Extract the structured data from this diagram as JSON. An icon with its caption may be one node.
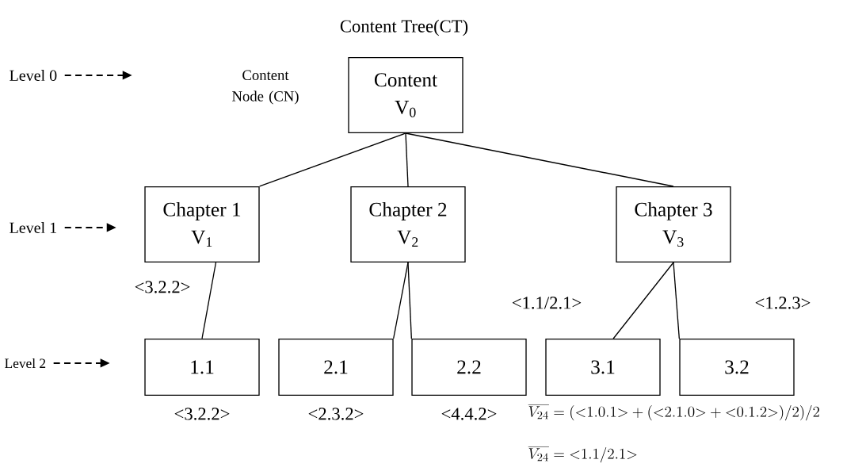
{
  "diagram": {
    "title": "Content Tree(CT)",
    "nodes": [
      {
        "text": [
          "Content",
          "V$_{0}$"
        ],
        "beside": [
          "Content Node (CN)"
        ]
      },
      {
        "text": [
          "Chapter 1",
          "V$_{1}$"
        ]
      },
      {
        "text": [
          "Chapter 2",
          "V$_{2}$"
        ]
      },
      {
        "text": [
          "Chapter 3",
          "V$_{3}$"
        ]
      },
      {
        "text": [
          "1.1"
        ],
        "beside": [
          "<3.2.2>"
        ]
      },
      {
        "text": [
          "2.1"
        ],
        "beside": [
          "<2.3.2>"
        ]
      },
      {
        "text": [
          "2.2"
        ],
        "beside": [
          "<4.4.2>"
        ]
      },
      {
        "text": [
          "3.1"
        ]
      },
      {
        "text": [
          "3.2"
        ]
      },
      {
        "text": [
          "Level 0"
        ]
      },
      {
        "text": [
          "Level 1"
        ]
      },
      {
        "text": [
          "Level 2"
        ]
      }
    ],
    "edges": [
      {
        "from": 0,
        "to": 1,
        "arrow": "none"
      },
      {
        "from": 0,
        "to": 2,
        "arrow": "none"
      },
      {
        "from": 0,
        "to": 3,
        "arrow": "none"
      },
      {
        "from": 1,
        "to": 4,
        "arrow": "none"
      },
      {
        "from": 2,
        "to": 5,
        "arrow": "none"
      },
      {
        "from": 2,
        "to": 6,
        "arrow": "none"
      },
      {
        "from": 3,
        "to": 7,
        "arrow": "none"
      },
      {
        "from": 3,
        "to": 8,
        "arrow": "none"
      },
      {
        "from": 9,
        "to": null,
        "arrow": "to",
        "style": "dashed"
      },
      {
        "from": 10,
        "to": null,
        "arrow": "to",
        "style": "dashed"
      },
      {
        "from": 11,
        "to": null,
        "arrow": "to",
        "style": "dashed"
      }
    ],
    "labels": [
      "<3.2.2>",
      "<1.1/2.1>",
      "<1.2.3>",
      "\\overline{V_{24}} = ({<}1.0.1{>} + ({<}2.1.0{>} + {<}0.1.2{>})/2)/2",
      "\\overline{V_{24}} = {<}1.1/2.1{>}"
    ]
  }
}
